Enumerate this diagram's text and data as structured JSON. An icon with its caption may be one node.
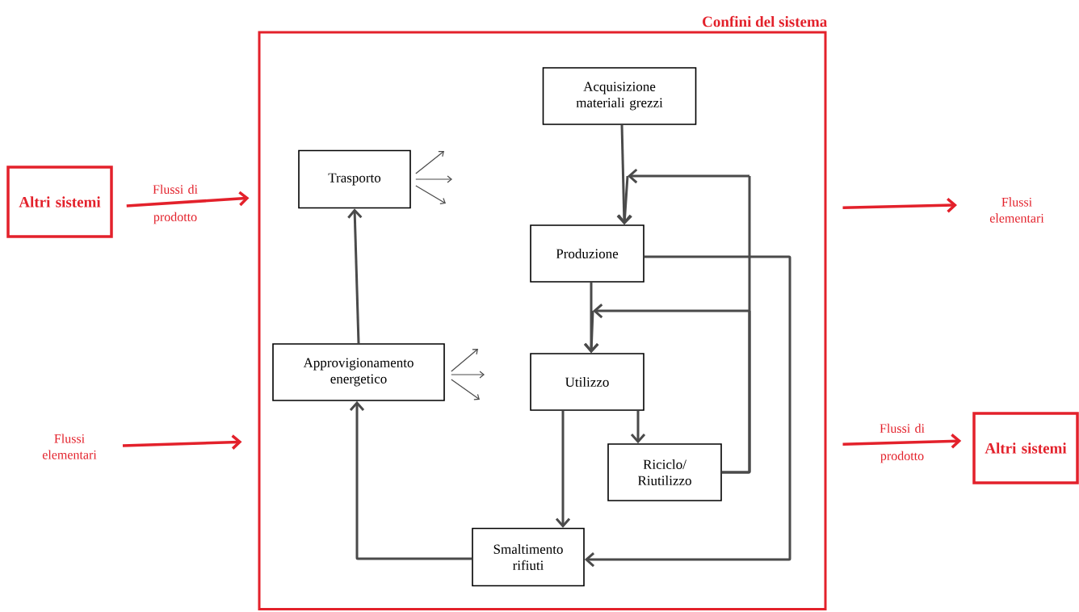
{
  "diagram": {
    "nodes": [
      {
        "text": [
          "Confini del sistema"
        ]
      },
      {
        "text": [
          "Altri sistemi"
        ]
      },
      {
        "text": [
          "Trasporto"
        ],
        "in": 0
      },
      {
        "text": [
          "Acquisizione materiali grezzi"
        ],
        "in": 0
      },
      {
        "text": [
          "Produzione"
        ],
        "in": 0
      },
      {
        "text": [
          "Approvigionamento energetico"
        ],
        "in": 0
      },
      {
        "text": [
          "Utilizzo"
        ],
        "in": 0
      },
      {
        "text": [
          "Riciclo/ Riutilizzo"
        ],
        "in": 0
      },
      {
        "text": [
          "Smaltimento rifiuti"
        ],
        "in": 0
      },
      {
        "text": [
          "Altri sistemi"
        ]
      }
    ],
    "edges": [
      {
        "from": 3,
        "to": 4,
        "arrow": "to"
      },
      {
        "from": 4,
        "to": 6,
        "arrow": "to"
      },
      {
        "from": 6,
        "to": 7,
        "arrow": "to"
      },
      {
        "from": 6,
        "to": 8,
        "arrow": "to"
      },
      {
        "from": 7,
        "to": 4,
        "arrow": "to"
      },
      {
        "from": 7,
        "to": 6,
        "arrow": "to"
      },
      {
        "from": 4,
        "to": 8,
        "arrow": "to"
      },
      {
        "from": 8,
        "to": 5,
        "arrow": "to"
      },
      {
        "from": 5,
        "to": 2,
        "arrow": "to"
      },
      {
        "from": 2,
        "to": null,
        "arrow": "to"
      },
      {
        "from": 2,
        "to": null,
        "arrow": "to"
      },
      {
        "from": 2,
        "to": null,
        "arrow": "to"
      },
      {
        "from": 5,
        "to": null,
        "arrow": "to"
      },
      {
        "from": 5,
        "to": null,
        "arrow": "to"
      },
      {
        "from": 5,
        "to": null,
        "arrow": "to"
      },
      {
        "from": 1,
        "to": 0,
        "arrow": "to",
        "label": "Flussi di prodotto",
        "color": "#e3212b"
      },
      {
        "from": null,
        "to": 0,
        "arrow": "to",
        "label": "Flussi elementari",
        "color": "#e3212b"
      },
      {
        "from": 0,
        "to": null,
        "arrow": "to",
        "label": "Flussi elementari",
        "color": "#e3212b"
      },
      {
        "from": 0,
        "to": 9,
        "arrow": "to",
        "label": "Flussi di prodotto",
        "color": "#e3212b"
      }
    ]
  }
}
